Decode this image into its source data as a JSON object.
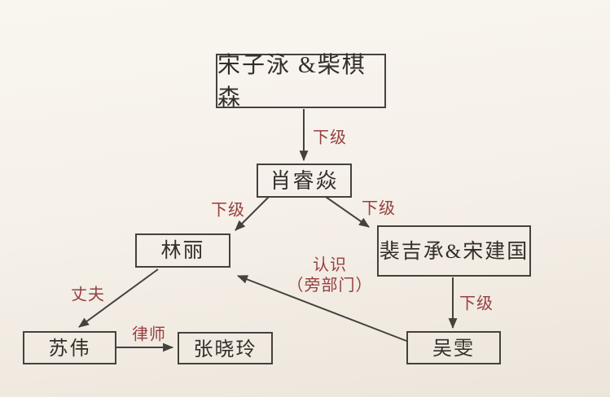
{
  "diagram": {
    "nodes": [
      {
        "label": "宋子泳 &柴棋森"
      },
      {
        "label": "肖睿焱"
      },
      {
        "label": "林丽"
      },
      {
        "label": "裴吉承&宋建国"
      },
      {
        "label": "吴雯"
      },
      {
        "label": "苏伟"
      },
      {
        "label": "张晓玲"
      }
    ],
    "edges": [
      {
        "from": "宋子泳 &柴棋森",
        "to": "肖睿焱",
        "label": "下级"
      },
      {
        "from": "肖睿焱",
        "to": "林丽",
        "label": "下级"
      },
      {
        "from": "肖睿焱",
        "to": "裴吉承&宋建国",
        "label": "下级"
      },
      {
        "from": "裴吉承&宋建国",
        "to": "吴雯",
        "label": "下级"
      },
      {
        "from": "吴雯",
        "to": "林丽",
        "label_lines": [
          "认识",
          "（旁部门）"
        ]
      },
      {
        "from": "林丽",
        "to": "苏伟",
        "label": "丈夫"
      },
      {
        "from": "苏伟",
        "to": "张晓玲",
        "label": "律师"
      }
    ],
    "colors": {
      "background_top": "#f8f4ee",
      "background_bottom": "#ece5db",
      "box_border": "#45413d",
      "node_text": "#332e2a",
      "edge_line": "#45413d",
      "edge_label": "#96403f"
    }
  }
}
